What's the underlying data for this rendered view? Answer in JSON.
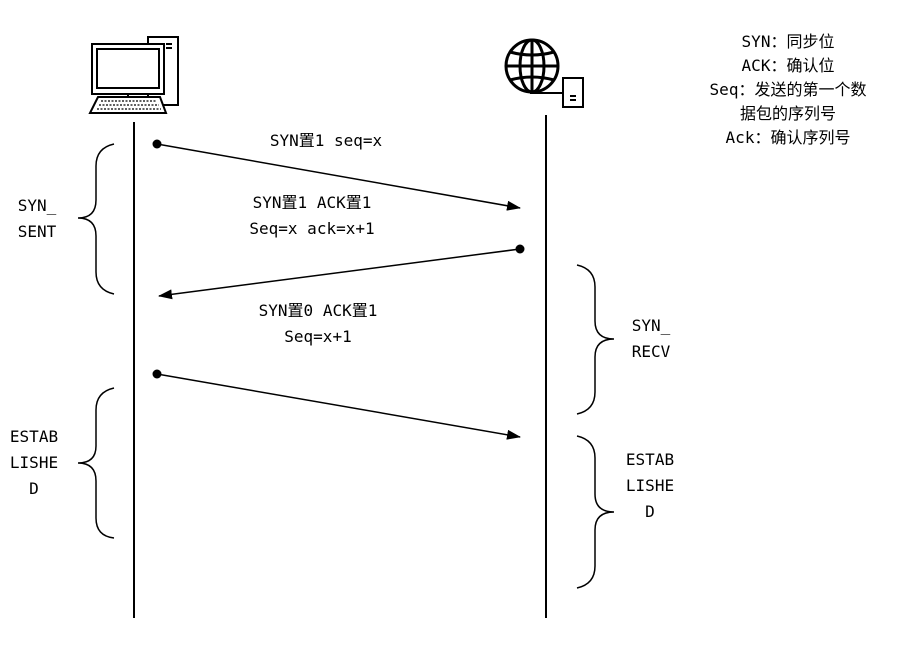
{
  "messages": [
    {
      "lines": [
        "SYN置1  seq=x"
      ]
    },
    {
      "lines": [
        "SYN置1 ACK置1",
        "Seq=x  ack=x+1"
      ]
    },
    {
      "lines": [
        "SYN置0 ACK置1",
        "Seq=x+1"
      ]
    }
  ],
  "states": {
    "client_syn_sent": [
      "SYN_",
      "SENT"
    ],
    "client_established": [
      "ESTAB",
      "LISHE",
      "D"
    ],
    "server_syn_recv": [
      "SYN_",
      "RECV"
    ],
    "server_established": [
      "ESTAB",
      "LISHE",
      "D"
    ]
  },
  "legend": [
    "SYN：同步位",
    "ACK：确认位",
    "Seq：发送的第一个数",
    "据包的序列号",
    "Ack：确认序列号"
  ],
  "icons": {
    "client": "desktop-computer-icon",
    "server": "globe-server-icon"
  }
}
